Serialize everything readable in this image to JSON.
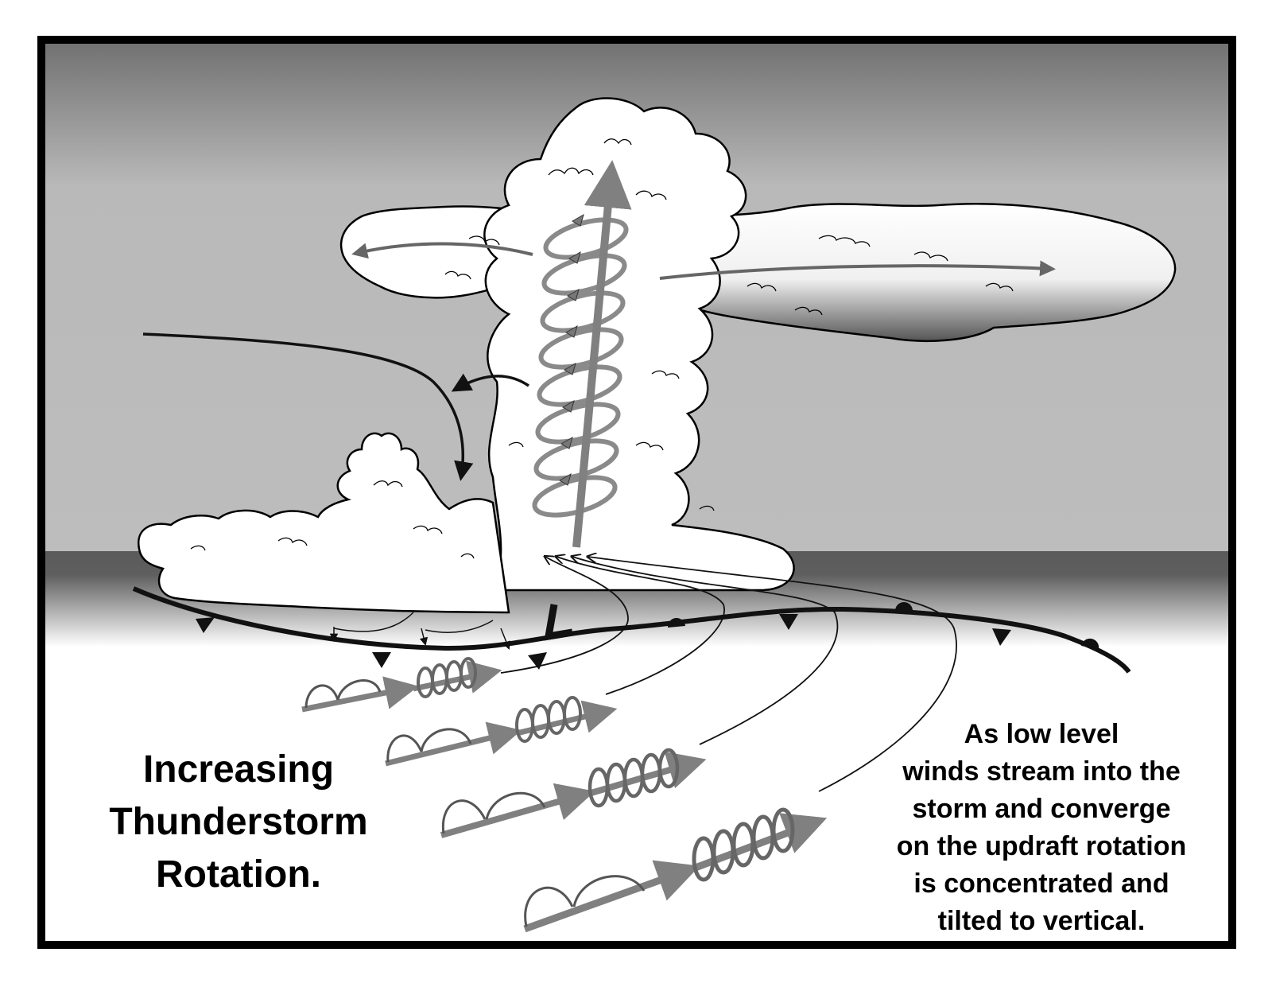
{
  "figure": {
    "title_lines": [
      "Increasing",
      "Thunderstorm",
      "Rotation."
    ],
    "explanation_lines": [
      "As low level",
      "winds stream into the",
      "storm and converge",
      "on the updraft rotation",
      "is concentrated and",
      "tilted to vertical."
    ]
  },
  "colors": {
    "frame": "#000000",
    "sky_top": "#7a7a7a",
    "sky_mid": "#bdbdbd",
    "horizon_band": "#5e5e5e",
    "ground": "#ffffff",
    "cloud": "#ffffff",
    "updraft_arrow": "#808080",
    "front_line": "#111111"
  }
}
